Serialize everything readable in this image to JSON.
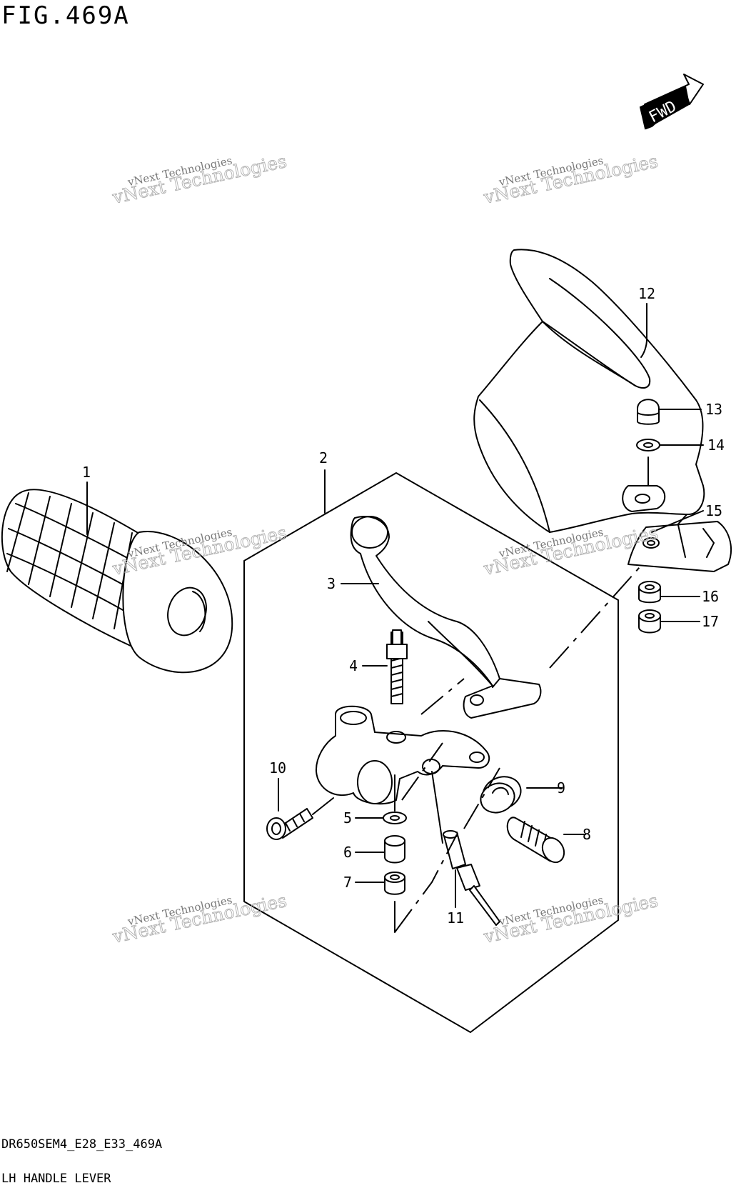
{
  "figure": {
    "title": "FIG.469A",
    "code": "DR650SEM4_E28_E33_469A",
    "caption": "LH HANDLE LEVER"
  },
  "badge": {
    "fwd": "FWD"
  },
  "watermark": {
    "line1": "vNext Technologies",
    "line2": "vNext Technologies"
  },
  "callouts": [
    "1",
    "2",
    "3",
    "4",
    "5",
    "6",
    "7",
    "8",
    "9",
    "10",
    "11",
    "12",
    "13",
    "14",
    "15",
    "16",
    "17"
  ]
}
